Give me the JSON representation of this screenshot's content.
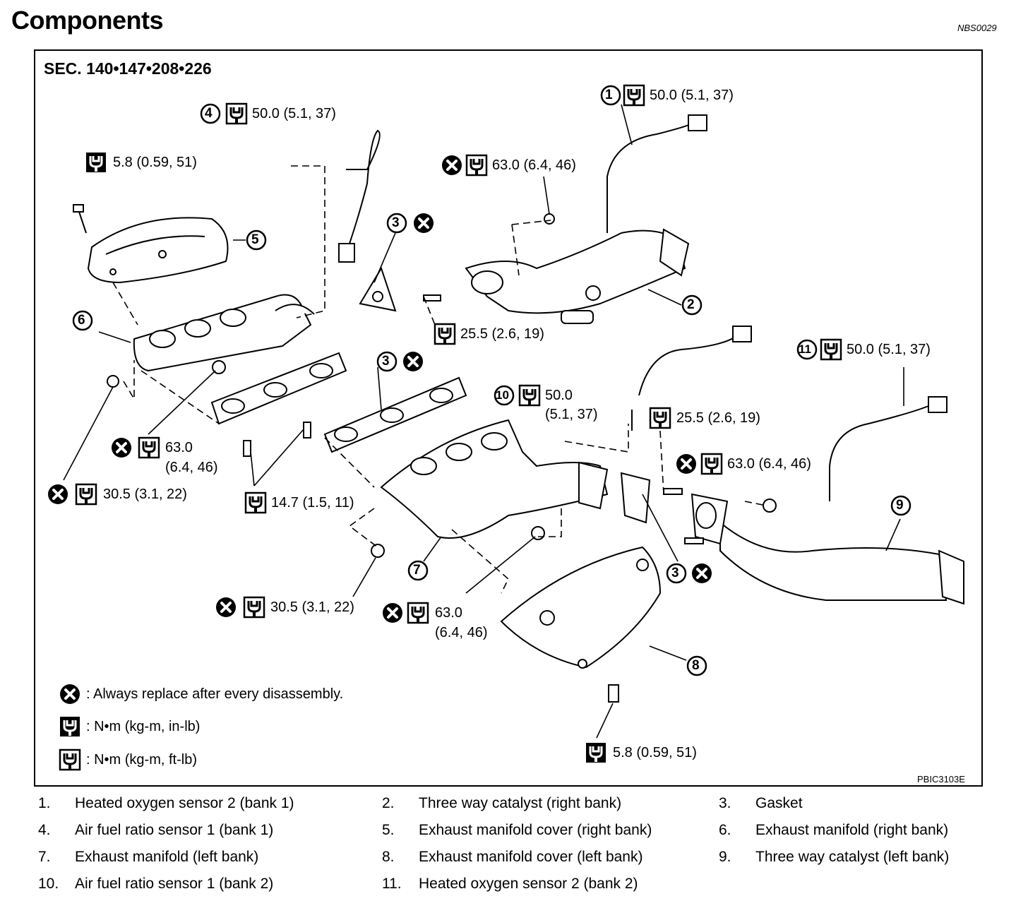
{
  "header": {
    "title": "Components",
    "code": "NBS0029"
  },
  "diagram": {
    "section": "SEC. 140•147•208•226",
    "figure_ref": "PBIC3103E",
    "callouts": [
      {
        "num": "1",
        "torque": "50.0 (5.1, 37)"
      },
      {
        "num": "4",
        "torque": "50.0 (5.1, 37)"
      },
      {
        "num": "11",
        "torque": "50.0 (5.1, 37)"
      },
      {
        "num": "10",
        "torque_line1": "50.0",
        "torque_line2": "(5.1, 37)"
      }
    ],
    "torques": [
      "5.8 (0.59, 51)",
      "63.0 (6.4, 46)",
      "25.5 (2.6, 19)",
      "63.0",
      "(6.4, 46)",
      "30.5 (3.1, 22)",
      "14.7 (1.5, 11)",
      "25.5 (2.6, 19)",
      "63.0 (6.4, 46)",
      "30.5 (3.1, 22)",
      "63.0",
      "(6.4, 46)",
      "5.8 (0.59, 51)"
    ],
    "part_labels": [
      "2",
      "3",
      "5",
      "6",
      "3",
      "9",
      "7",
      "3",
      "8"
    ],
    "legend": [
      {
        "icon": "replace-icon",
        "text": ": Always replace after every disassembly."
      },
      {
        "icon": "torque-inlb-icon",
        "text": ": N•m (kg-m, in-lb)"
      },
      {
        "icon": "torque-ftlb-icon",
        "text": ": N•m (kg-m, ft-lb)"
      }
    ]
  },
  "parts": [
    {
      "num": "1.",
      "name": "Heated oxygen sensor 2 (bank 1)"
    },
    {
      "num": "2.",
      "name": "Three way catalyst (right bank)"
    },
    {
      "num": "3.",
      "name": "Gasket"
    },
    {
      "num": "4.",
      "name": "Air fuel ratio sensor 1 (bank 1)"
    },
    {
      "num": "5.",
      "name": "Exhaust manifold cover (right bank)"
    },
    {
      "num": "6.",
      "name": "Exhaust manifold (right bank)"
    },
    {
      "num": "7.",
      "name": "Exhaust manifold (left bank)"
    },
    {
      "num": "8.",
      "name": "Exhaust manifold cover (left bank)"
    },
    {
      "num": "9.",
      "name": "Three way catalyst (left bank)"
    },
    {
      "num": "10.",
      "name": "Air fuel ratio sensor 1 (bank 2)"
    },
    {
      "num": "11.",
      "name": "Heated oxygen sensor 2 (bank 2)"
    }
  ]
}
